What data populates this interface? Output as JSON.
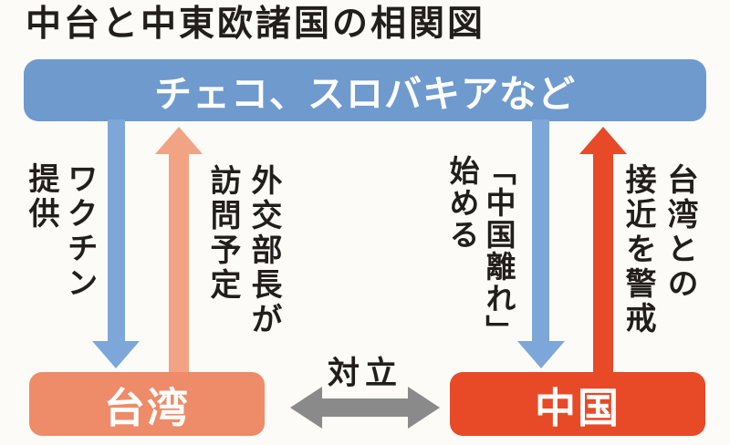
{
  "title": "中台と中東欧諸国の相関図",
  "colors": {
    "background": "#fcfbf8",
    "banner_blue": "#6e9ace",
    "arrow_blue": "#7da7d8",
    "taiwan_salmon": "#ee8b68",
    "arrow_salmon": "#f1a384",
    "china_red": "#e84a27",
    "arrow_red": "#e84a27",
    "versus_gray": "#8a8a8a",
    "ink": "#221e1b",
    "label_white": "#ffffff"
  },
  "banner": {
    "label": "チェコ、スロバキアなど"
  },
  "nodes": {
    "taiwan": {
      "label": "台湾"
    },
    "china": {
      "label": "中国"
    }
  },
  "relations": {
    "vaccine_support": {
      "label": "ワクチン\n提供",
      "direction": "down"
    },
    "minister_visit": {
      "label": "外交部長が\n訪問予定",
      "direction": "up"
    },
    "china_distancing": {
      "label": "「中国離れ」\n始める",
      "direction": "down"
    },
    "taiwan_wariness": {
      "label": "台湾との\n接近を警戒",
      "direction": "up"
    },
    "confrontation": {
      "label": "対立",
      "direction": "both"
    }
  }
}
